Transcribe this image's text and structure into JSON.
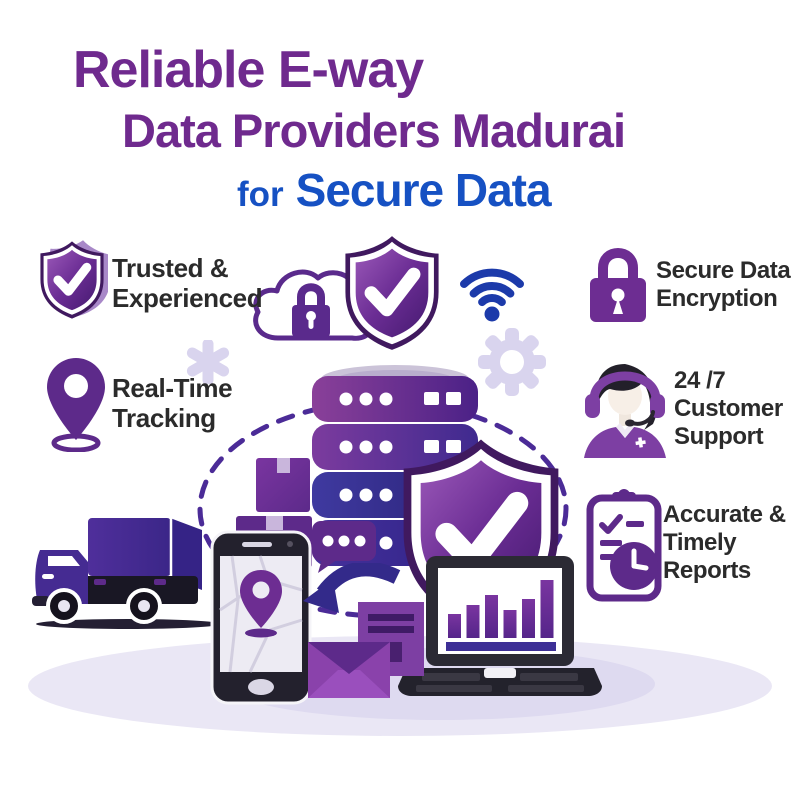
{
  "title": {
    "line1": "Reliable E-way",
    "line2": "Data Providers Madurai",
    "line3_small": "for",
    "line3_large": "Secure Data",
    "purple": "#6f2a8e",
    "blue": "#1651c3"
  },
  "features": {
    "trusted": {
      "icon": "shield-check-icon",
      "lines": [
        "Trusted &",
        "Experienced"
      ]
    },
    "tracking": {
      "icon": "location-pin-icon",
      "lines": [
        "Real-Time",
        "Tracking"
      ]
    },
    "encryption": {
      "icon": "padlock-icon",
      "lines": [
        "Secure Data",
        "Encryption"
      ]
    },
    "support": {
      "icon": "support-agent-icon",
      "lines": [
        "24 /7",
        "Customer",
        "Support"
      ]
    },
    "reports": {
      "icon": "clipboard-clock-icon",
      "lines": [
        "Accurate &",
        "Timely",
        "Reports"
      ]
    }
  },
  "illustration": {
    "icons": [
      "cloud-lock-icon",
      "shield-check-badge-icon",
      "wifi-icon",
      "server-stack-icon",
      "shield-check-large-icon",
      "delivery-truck-icon",
      "smartphone-map-icon",
      "package-boxes-icon",
      "chat-dots-icon",
      "curved-arrow-icon",
      "envelope-icon",
      "document-card-icon",
      "laptop-chart-icon",
      "gear-icon",
      "asterisk-icon",
      "dashed-orbit-ellipse"
    ],
    "colors": {
      "label_text": "#2b2b2b",
      "accent_purple": "#6d2d92",
      "deep_purple": "#40195f",
      "indigo": "#332a8a",
      "wifi_blue": "#1c3aaa",
      "dashed_orbit": "#4b2b97",
      "faint_lavender": "#d9d4ee",
      "shadow_lavender": "#eae7f5"
    }
  }
}
